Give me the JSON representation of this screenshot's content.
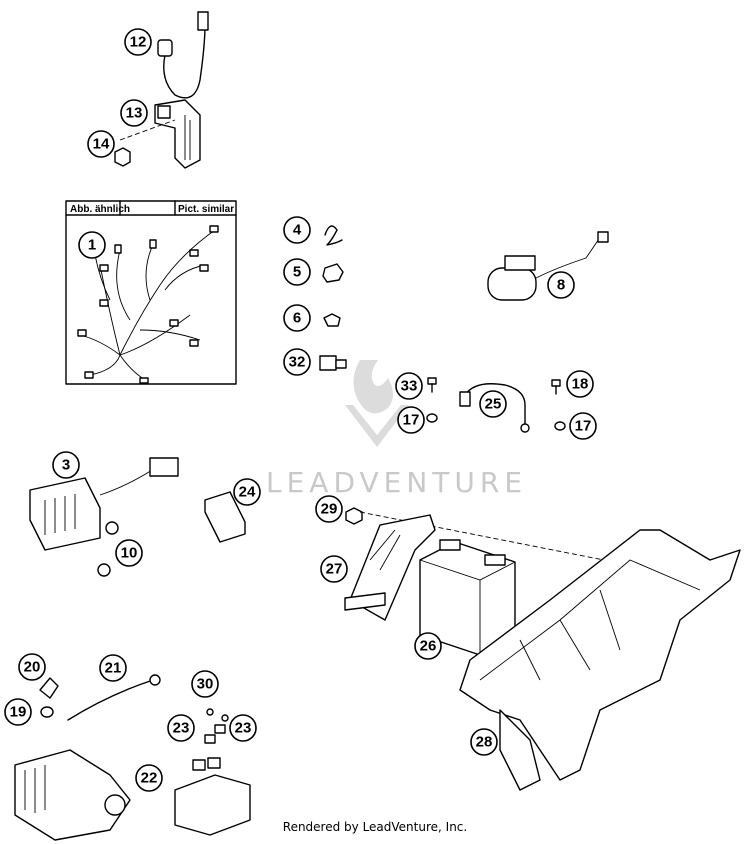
{
  "callouts": [
    "12",
    "13",
    "14",
    "1",
    "4",
    "5",
    "6",
    "32",
    "8",
    "33",
    "17",
    "25",
    "18",
    "17",
    "3",
    "24",
    "10",
    "29",
    "27",
    "26",
    "28",
    "20",
    "21",
    "19",
    "30",
    "23",
    "23",
    "22"
  ],
  "inset": {
    "label_left": "Abb. ähnlich",
    "label_right": "Pict. similar"
  },
  "watermark": {
    "text": "LEADVENTURE"
  },
  "footer": {
    "text": "Rendered by LeadVenture, Inc."
  }
}
